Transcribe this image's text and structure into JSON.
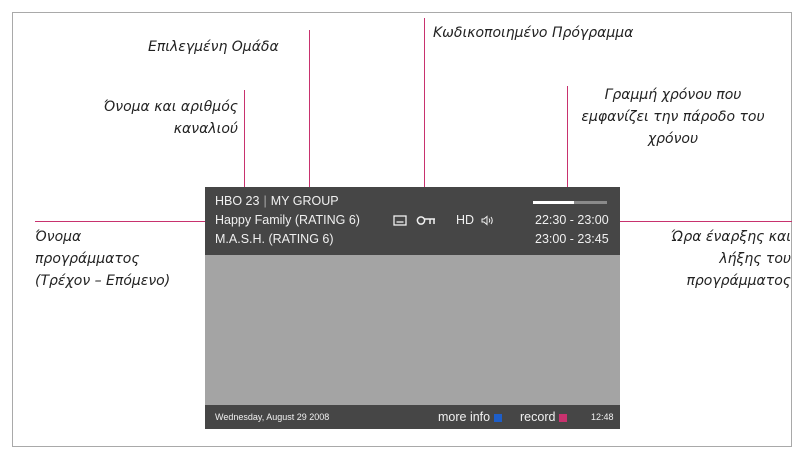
{
  "annotations": {
    "selected_group": "Επιλεγμένη Ομάδα",
    "encrypted_program": "Κωδικοποιημένο Πρόγραμμα",
    "channel_name_line1": "Όνομα και αριθμός",
    "channel_name_line2": "καναλιού",
    "timeline_line1": "Γραμμή χρόνου που",
    "timeline_line2": "εμφανίζει την πάροδο του",
    "timeline_line3": "χρόνου",
    "program_name_line1": "Όνομα",
    "program_name_line2": "προγράμματος",
    "program_name_line3": "(Τρέχον – Επόμενο)",
    "start_end_line1": "Ώρα έναρξης και",
    "start_end_line2": "λήξης του",
    "start_end_line3": "προγράμματος"
  },
  "tv": {
    "channel": "HBO 23",
    "group": "MY GROUP",
    "current_program": "Happy Family (RATING 6)",
    "next_program": "M.A.S.H. (RATING 6)",
    "hd_label": "HD",
    "current_time_range": "22:30 - 23:00",
    "next_time_range": "23:00 - 23:45",
    "progress_percent": 55,
    "date": "Wednesday, August 29 2008",
    "more_info_label": "more info",
    "record_label": "record",
    "clock": "12:48",
    "colors": {
      "more_info": "#1e5ec8",
      "record": "#c8326e",
      "accent_line": "#c8326e"
    }
  }
}
